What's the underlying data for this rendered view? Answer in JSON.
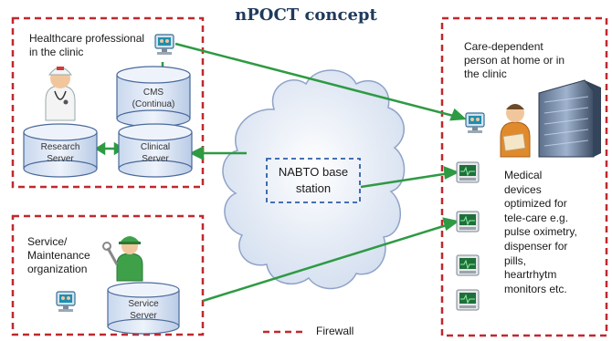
{
  "title": "nPOCT concept",
  "clinic_box": {
    "label_line1": "Healthcare professional",
    "label_line2": "in the clinic"
  },
  "service_box": {
    "label_line1": "Service/",
    "label_line2": "Maintenance",
    "label_line3": "organization"
  },
  "home_box": {
    "label_line1": "Care-dependent",
    "label_line2": "person at home or in",
    "label_line3": "the clinic"
  },
  "servers": {
    "cms_line1": "CMS",
    "cms_line2": "(Continua)",
    "research_line1": "Research",
    "research_line2": "Server",
    "clinical_line1": "Clinical",
    "clinical_line2": "Server",
    "service_line1": "Service",
    "service_line2": "Server"
  },
  "nabto": {
    "line1": "NABTO base",
    "line2": "station"
  },
  "devices_text": {
    "line1": "Medical",
    "line2": "devices",
    "line3": "optimized for",
    "line4": "tele-care e.g.",
    "line5": "pulse oximetry,",
    "line6": "dispenser for",
    "line7": "pills,",
    "line8": "heartrhytm",
    "line9": "monitors etc."
  },
  "legend": {
    "firewall_label": "Firewall"
  },
  "colors": {
    "firewall": "#c0282e",
    "connection": "#2e9a43",
    "cloud_fill": "#dfe7f5",
    "cloud_stroke": "#8fa3c8",
    "server_fill": "#dde8f6",
    "server_stroke": "#4a6a9a",
    "nabto_border": "#2f5ea8",
    "title": "#1f3a5c"
  }
}
